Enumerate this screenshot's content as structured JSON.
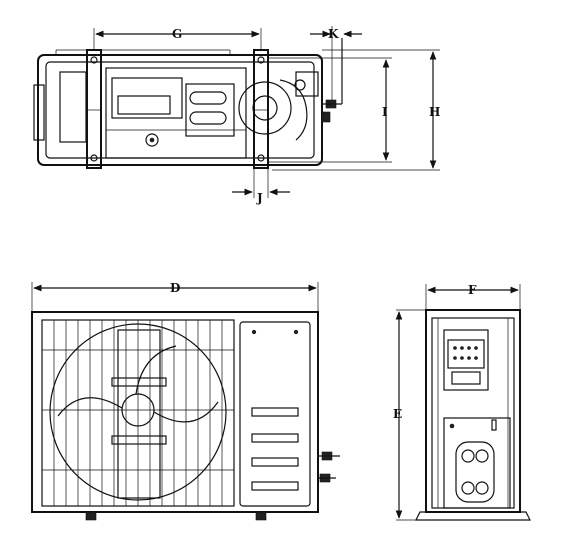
{
  "drawing": {
    "dimension_labels": {
      "G": "G",
      "K": "K",
      "I": "I",
      "H": "H",
      "J": "J",
      "D": "D",
      "F": "F",
      "E": "E"
    }
  }
}
